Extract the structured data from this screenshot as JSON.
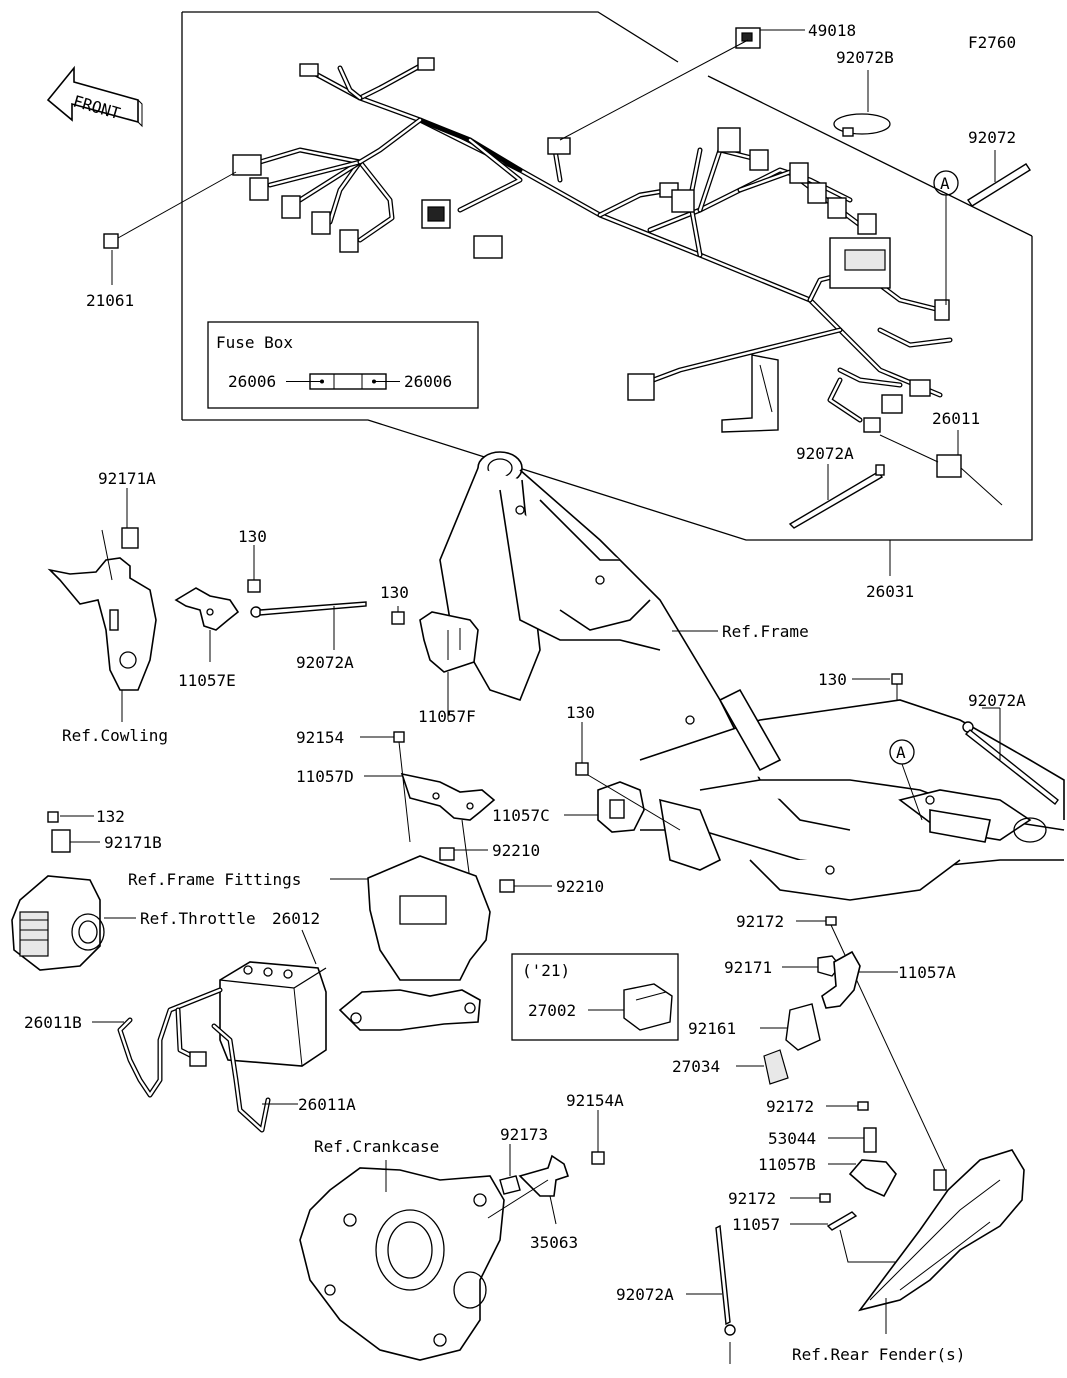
{
  "figure_code": "F2760",
  "front_label": "FRONT",
  "fuse_box": {
    "title": "Fuse Box",
    "left": "26006",
    "right": "26006"
  },
  "callout_a": "A",
  "year_box": {
    "year": "('21)",
    "part": "27002"
  },
  "labels": {
    "p49018": "49018",
    "p92072b": "92072B",
    "p92072_top": "92072",
    "p21061": "21061",
    "p26011": "26011",
    "p92072a_harness": "92072A",
    "p26031": "26031",
    "p92171a": "92171A",
    "p130_a": "130",
    "p92072a_left": "92072A",
    "p11057e": "11057E",
    "ref_cowling": "Ref.Cowling",
    "p130_b": "130",
    "p11057f": "11057F",
    "ref_frame": "Ref.Frame",
    "p130_c": "130",
    "p92072a_right": "92072A",
    "p92154": "92154",
    "p11057d": "11057D",
    "p130_d": "130",
    "p11057c": "11057C",
    "p132": "132",
    "p92171b": "92171B",
    "p92210_a": "92210",
    "ref_frame_fittings": "Ref.Frame Fittings",
    "p92210_b": "92210",
    "ref_throttle": "Ref.Throttle",
    "p26012": "26012",
    "p26011b": "26011B",
    "p26011a": "26011A",
    "p92172_a": "92172",
    "p92171": "92171",
    "p11057a": "11057A",
    "p92161": "92161",
    "p27034": "27034",
    "p92154a": "92154A",
    "ref_crankcase": "Ref.Crankcase",
    "p92173": "92173",
    "p35063": "35063",
    "p92172_b": "92172",
    "p53044": "53044",
    "p11057b": "11057B",
    "p92172_c": "92172",
    "p11057": "11057",
    "p92072a_bottom": "92072A",
    "ref_rear_fender": "Ref.Rear Fender(s)"
  }
}
